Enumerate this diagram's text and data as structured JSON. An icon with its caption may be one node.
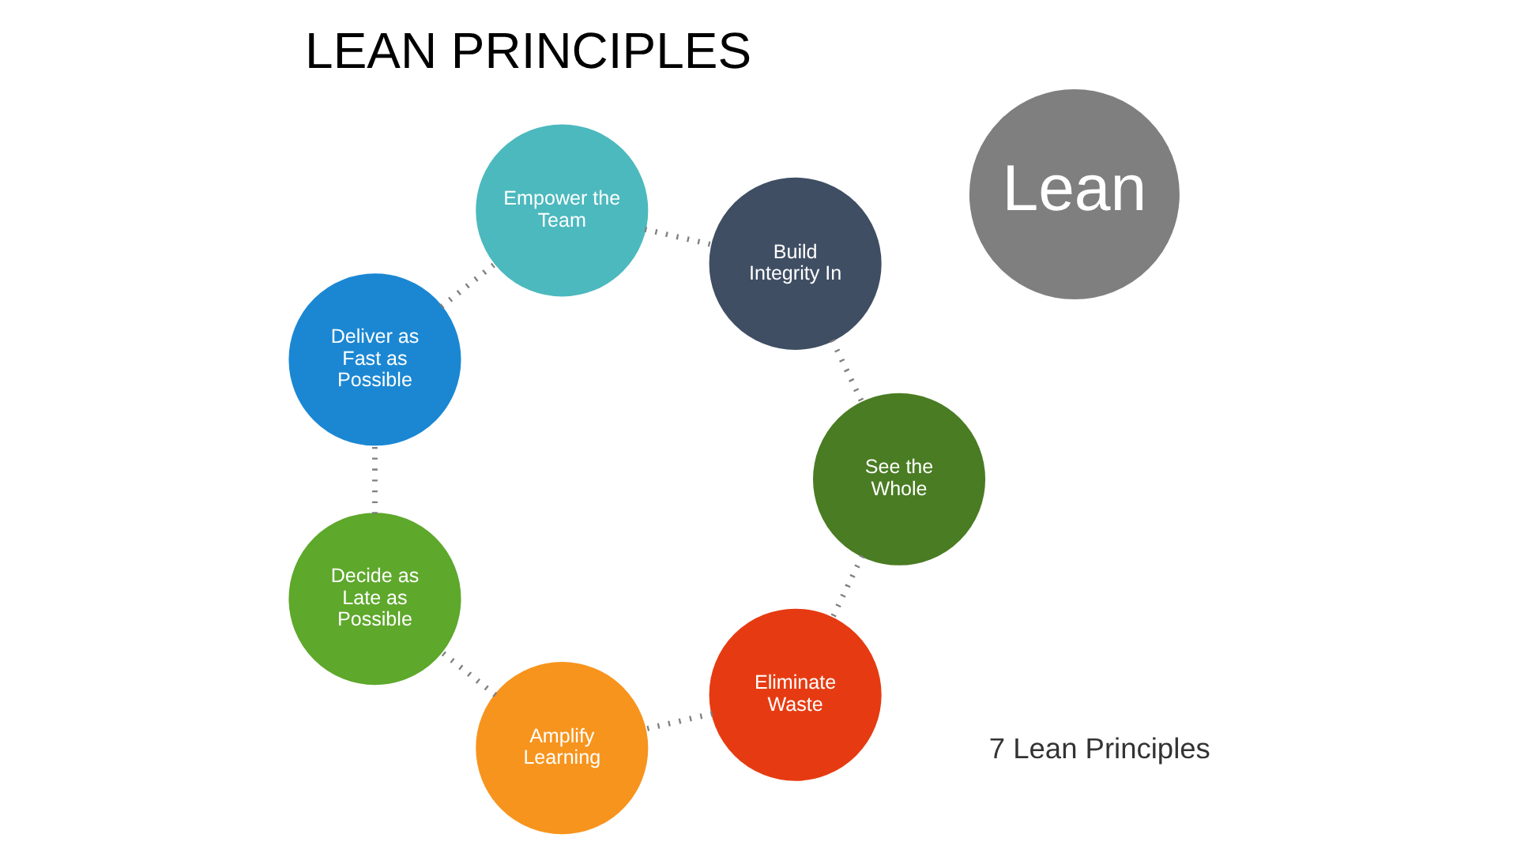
{
  "diagram": {
    "title": "LEAN PRINCIPLES",
    "nodes": [
      {
        "text": [
          "Lean"
        ]
      },
      {
        "text": [
          "Eliminate Waste"
        ]
      },
      {
        "text": [
          "Amplify Learning"
        ]
      },
      {
        "text": [
          "Decide as Late as Possible"
        ]
      },
      {
        "text": [
          "Deliver as Fast as Possible"
        ]
      },
      {
        "text": [
          "Empower the Team"
        ]
      },
      {
        "text": [
          "Build Integrity In"
        ]
      },
      {
        "text": [
          "See the Whole"
        ]
      }
    ],
    "edges": [
      {
        "from": 1,
        "to": 2,
        "arrow": "none",
        "style": "dashed"
      },
      {
        "from": 2,
        "to": 3,
        "arrow": "none",
        "style": "dashed"
      },
      {
        "from": 3,
        "to": 4,
        "arrow": "none",
        "style": "dashed"
      },
      {
        "from": 4,
        "to": 5,
        "arrow": "none",
        "style": "dashed"
      },
      {
        "from": 5,
        "to": 6,
        "arrow": "none",
        "style": "dashed"
      },
      {
        "from": 6,
        "to": 7,
        "arrow": "none",
        "style": "dashed"
      },
      {
        "from": 7,
        "to": 1,
        "arrow": "none",
        "style": "dashed"
      }
    ],
    "labels": [
      "7 Lean Principles"
    ]
  }
}
